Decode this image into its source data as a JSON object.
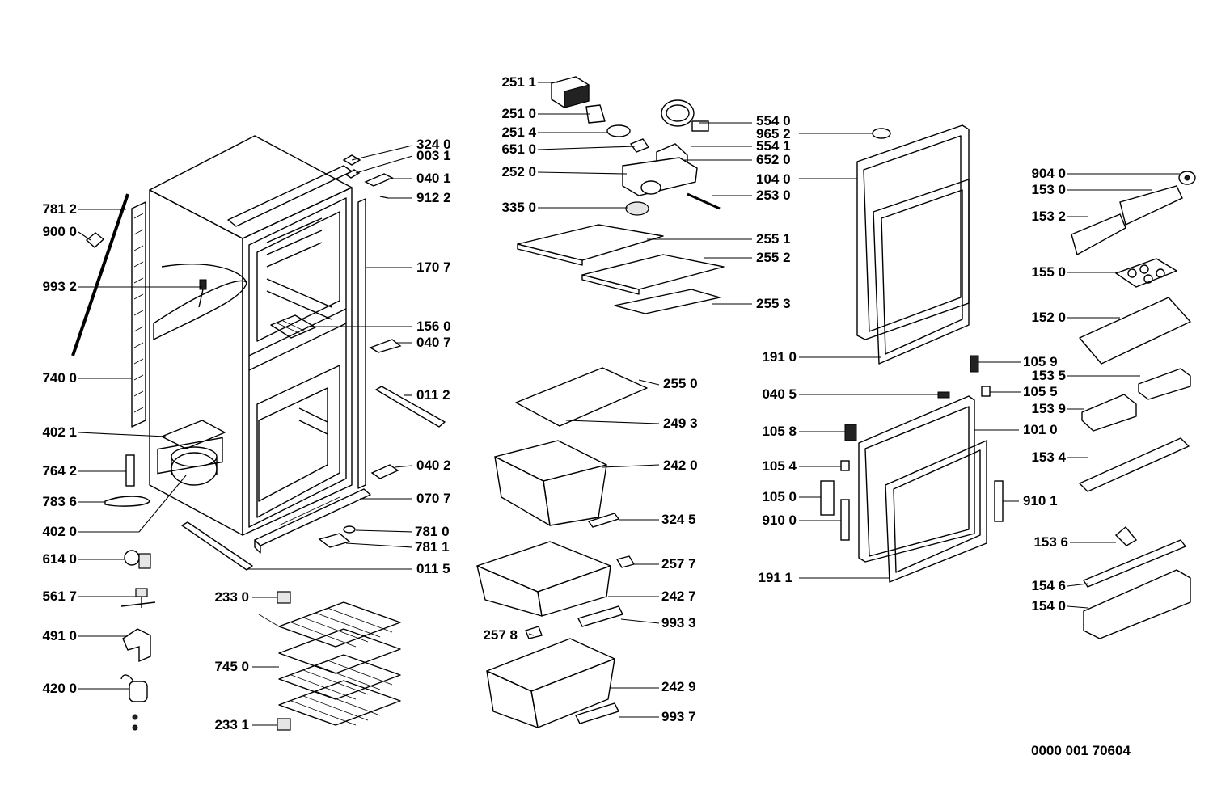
{
  "labels": {
    "p7812": "781 2",
    "p9000": "900 0",
    "p9932": "993 2",
    "p7400": "740 0",
    "p4021": "402 1",
    "p7642": "764 2",
    "p7836": "783 6",
    "p4020": "402 0",
    "p6140": "614 0",
    "p5617": "561 7",
    "p4910": "491 0",
    "p4200": "420 0",
    "p3240": "324 0",
    "p0031": "003 1",
    "p0401": "040 1",
    "p9122": "912 2",
    "p1707": "170 7",
    "p1560": "156 0",
    "p0407": "040 7",
    "p0112": "011 2",
    "p0402": "040 2",
    "p0707": "070 7",
    "p7810": "781 0",
    "p7811": "781 1",
    "p0115": "011 5",
    "p2330": "233 0",
    "p7450": "745 0",
    "p2331": "233 1",
    "p2511": "251 1",
    "p2510": "251 0",
    "p2514": "251 4",
    "p6510": "651 0",
    "p2520": "252 0",
    "p3350": "335 0",
    "p5540": "554 0",
    "p9652": "965 2",
    "p5541": "554 1",
    "p6520": "652 0",
    "p1040": "104 0",
    "p2530": "253 0",
    "p2551": "255 1",
    "p2552": "255 2",
    "p2553": "255 3",
    "p2550": "255 0",
    "p2493": "249 3",
    "p2420": "242 0",
    "p3245": "324 5",
    "p2577": "257 7",
    "p2427": "242 7",
    "p9933": "993 3",
    "p2578": "257 8",
    "p2429": "242 9",
    "p9937": "993 7",
    "p1910": "191 0",
    "p0405": "040 5",
    "p1058": "105 8",
    "p1054": "105 4",
    "p1050": "105 0",
    "p9100": "910 0",
    "p1911": "191 1",
    "p1059": "105 9",
    "p1055": "105 5",
    "p1010": "101 0",
    "p9101": "910 1",
    "p9040": "904 0",
    "p1530": "153 0",
    "p1532": "153 2",
    "p1550": "155 0",
    "p1520": "152 0",
    "p1535": "153 5",
    "p1539": "153 9",
    "p1534": "153 4",
    "p1536": "153 6",
    "p1546": "154 6",
    "p1540": "154 0"
  },
  "document_number": "0000 001 70604"
}
